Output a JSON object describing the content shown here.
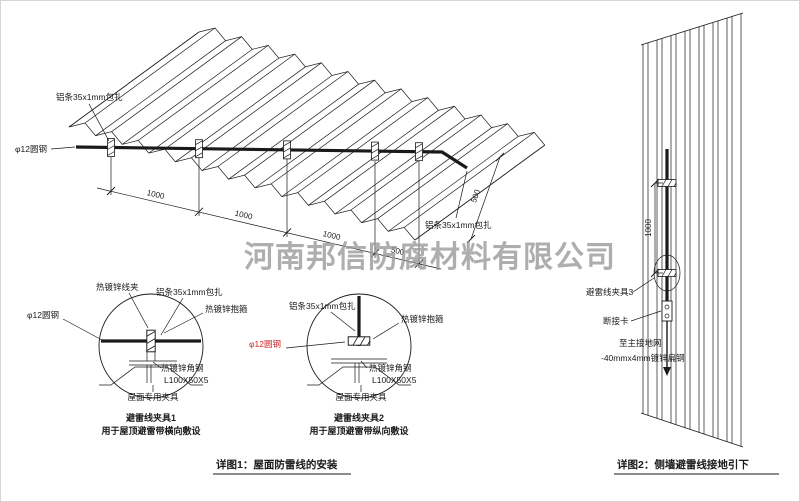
{
  "watermark": "河南邦信防腐材料有限公司",
  "roof": {
    "strip_label_top": "铝条35x1mm包扎",
    "strip_label_bottom": "铝条35x1mm包扎",
    "round_steel_label": "φ12圆钢",
    "dims": [
      "1000",
      "1000",
      "1000",
      "500"
    ],
    "dim_side": "500"
  },
  "detail1": {
    "wire_clamp": "热镀锌线夹",
    "strip": "铝条35x1mm包扎",
    "hoop": "热镀锌抱箍",
    "round_steel": "φ12圆钢",
    "angle_steel": "热镀锌角钢",
    "angle_spec": "L100X50X5",
    "roof_fixture": "屋面专用夹具",
    "title": "避雷线夹具1",
    "subtitle": "用于屋顶避雷带横向敷设"
  },
  "detail2": {
    "strip": "铝条35x1mm包扎",
    "hoop": "热镀锌抱箍",
    "round_steel": "φ12圆钢",
    "angle_steel": "热镀锌角钢",
    "angle_spec": "L100X50X5",
    "roof_fixture": "屋面专用夹具",
    "title": "避雷线夹具2",
    "subtitle": "用于屋顶避雷带纵向敷设"
  },
  "wall": {
    "dim": "1000",
    "clamp3_label": "避雷线夹具3",
    "disconnect_label": "断接卡",
    "ground_label": "至主接地网",
    "flat_steel_label": "-40mmx4mm镀锌扁钢"
  },
  "captions": {
    "fig1": "详图1：屋面防雷线的安装",
    "fig2": "详图2：侧墙避雷线接地引下"
  },
  "colors": {
    "line": "#1a1a1a",
    "accent_red": "#cc2222",
    "watermark": "#9a9a9a"
  }
}
